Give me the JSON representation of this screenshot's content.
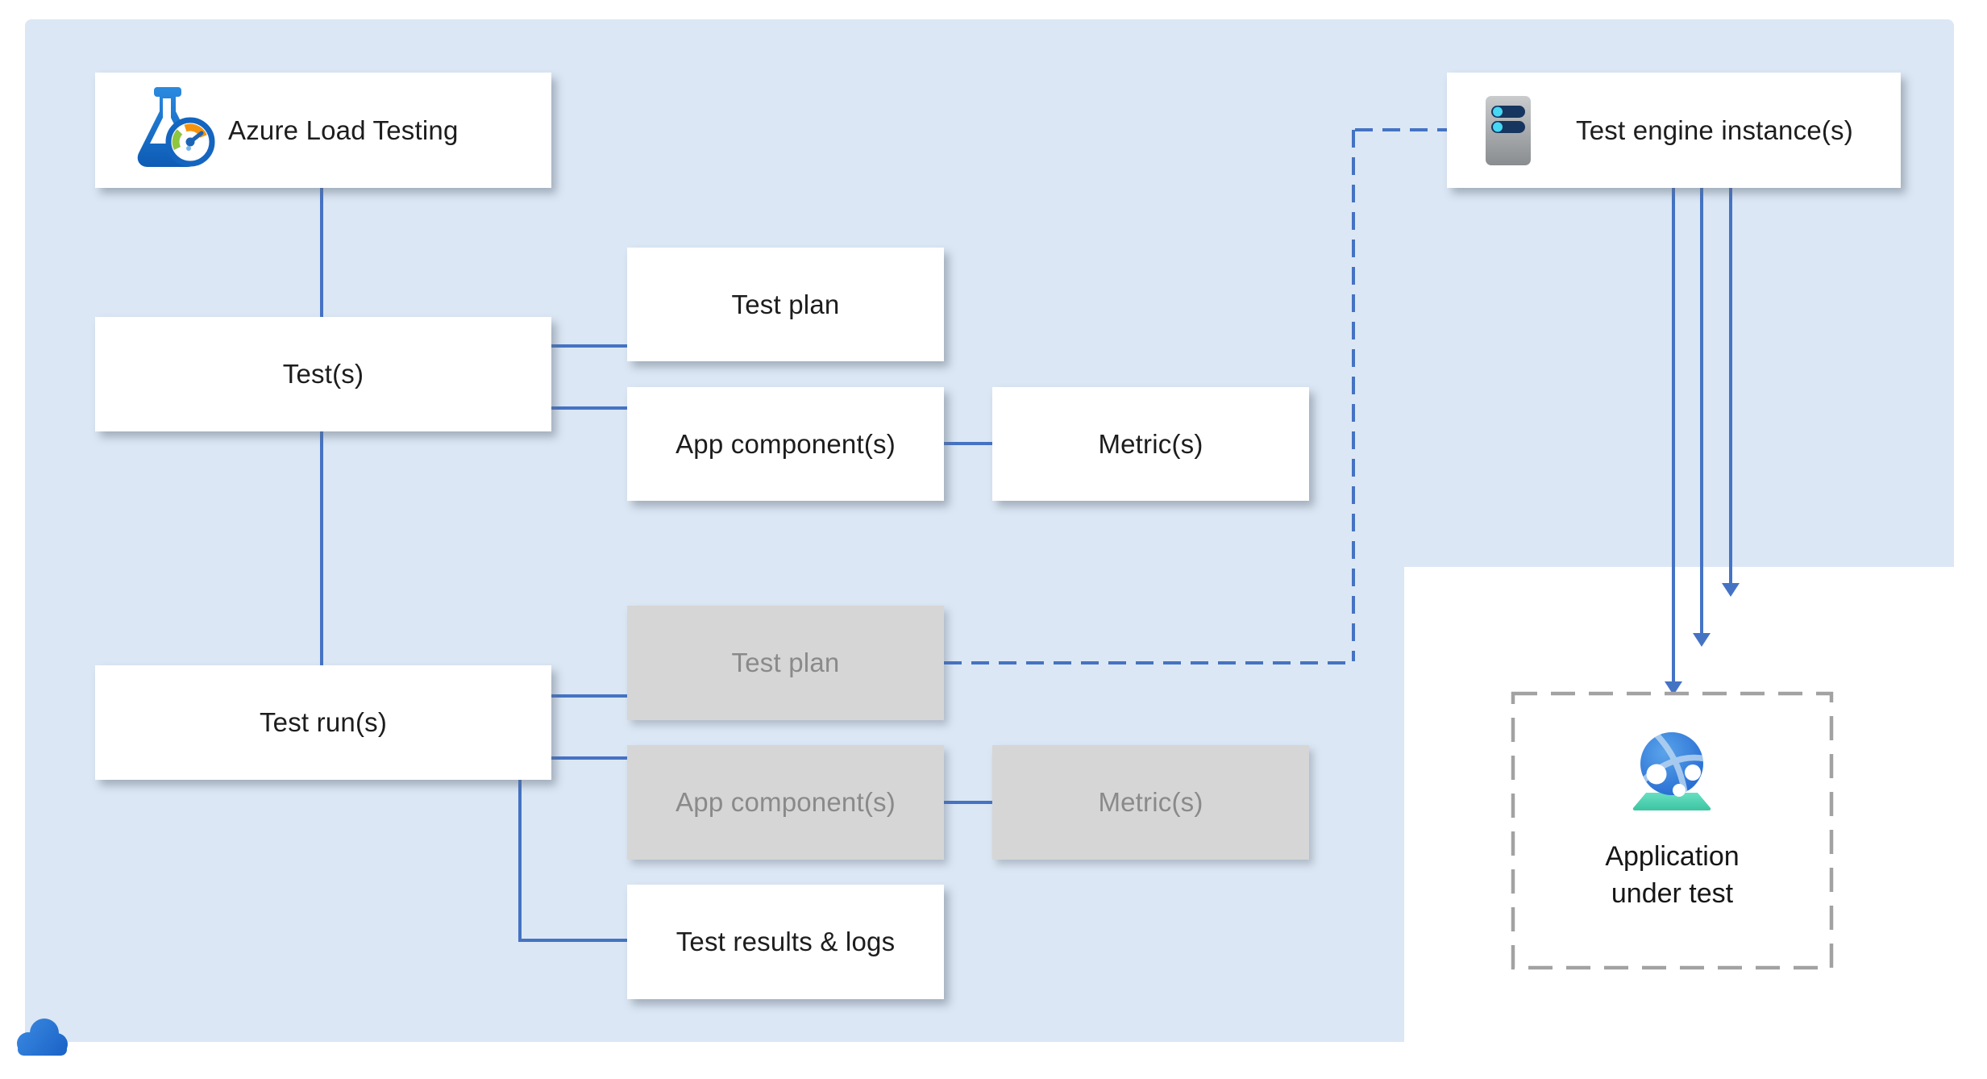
{
  "nodes": {
    "azure_load_testing": {
      "label": "Azure Load Testing"
    },
    "test_engine_instances": {
      "label": "Test engine instance(s)"
    },
    "tests": {
      "label": "Test(s)"
    },
    "test_runs": {
      "label": "Test run(s)"
    },
    "test_plan_definition": {
      "label": "Test plan"
    },
    "app_components_definition": {
      "label": "App component(s)"
    },
    "metrics_definition": {
      "label": "Metric(s)"
    },
    "test_plan_run": {
      "label": "Test plan"
    },
    "app_components_run": {
      "label": "App component(s)"
    },
    "metrics_run": {
      "label": "Metric(s)"
    },
    "test_results_logs": {
      "label": "Test results & logs"
    },
    "application_under_test": {
      "line1": "Application",
      "line2": "under test"
    }
  },
  "icons": {
    "azure_load_testing": "load-testing-flask-gauge-icon",
    "test_engine": "server-icon",
    "application_under_test": "globe-app-service-icon",
    "corner": "cloud-icon"
  },
  "colors": {
    "panel_background": "#dbe7f4",
    "connector_blue": "#4573c4",
    "box_white": "#ffffff",
    "box_gray": "#d6d6d6",
    "text_dark": "#1d1d1d",
    "text_gray": "#8a8a8a",
    "dashed_frame_gray": "#a2a2a2",
    "server_slot_navy": "#16355f",
    "server_dot_cyan": "#45d7f4",
    "globe_blue": "#1e63cf",
    "base_teal": "#4cd7b2",
    "cloud_blue": "#2277d6"
  }
}
